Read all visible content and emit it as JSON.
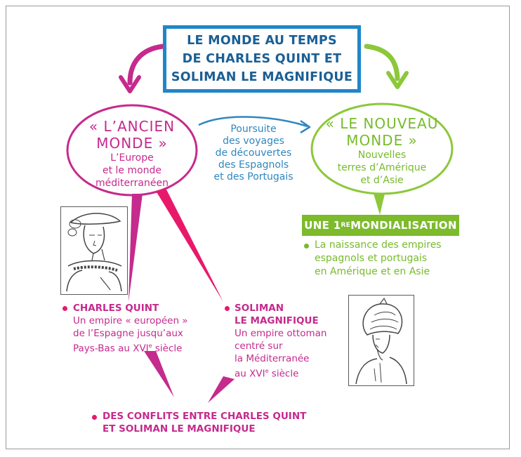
{
  "title": [
    "LE MONDE AU TEMPS",
    "DE CHARLES QUINT ET",
    "SOLIMAN LE MAGNIFIQUE"
  ],
  "ancien": {
    "title": [
      "« L’ANCIEN",
      "MONDE »"
    ],
    "subtitle": [
      "L’Europe",
      "et le monde",
      "méditerranéen"
    ]
  },
  "nouveau": {
    "title": [
      "« LE NOUVEAU",
      "MONDE »"
    ],
    "subtitle": [
      "Nouvelles",
      "terres d’Amérique",
      "et d’Asie"
    ]
  },
  "voyages": [
    "Poursuite",
    "des voyages",
    "de découvertes",
    "des Espagnols",
    "et des Portugais"
  ],
  "mondialisation": {
    "banner_pre": "UNE 1",
    "banner_sup": "RE",
    "banner_post": " MONDIALISATION",
    "lines": [
      "La naissance des empires",
      "espagnols et portugais",
      "en Amérique et en Asie"
    ]
  },
  "charles": {
    "head": "CHARLES QUINT",
    "lines": [
      "Un empire « européen »",
      "de l’Espagne jusqu’aux",
      "Pays-Bas au XVI",
      "e",
      " siècle"
    ]
  },
  "soliman": {
    "head": [
      "SOLIMAN",
      "LE MAGNIFIQUE"
    ],
    "lines": [
      "Un empire ottoman",
      "centré sur",
      "la Méditerranée",
      "au XVI",
      "e",
      " siècle"
    ]
  },
  "conflits": [
    "DES CONFLITS ENTRE CHARLES QUINT",
    "ET SOLIMAN LE MAGNIFIQUE"
  ],
  "colors": {
    "blue": "#1f86c8",
    "magenta": "#c52a8d",
    "green": "#77bb2b",
    "pink": "#e8196b"
  }
}
